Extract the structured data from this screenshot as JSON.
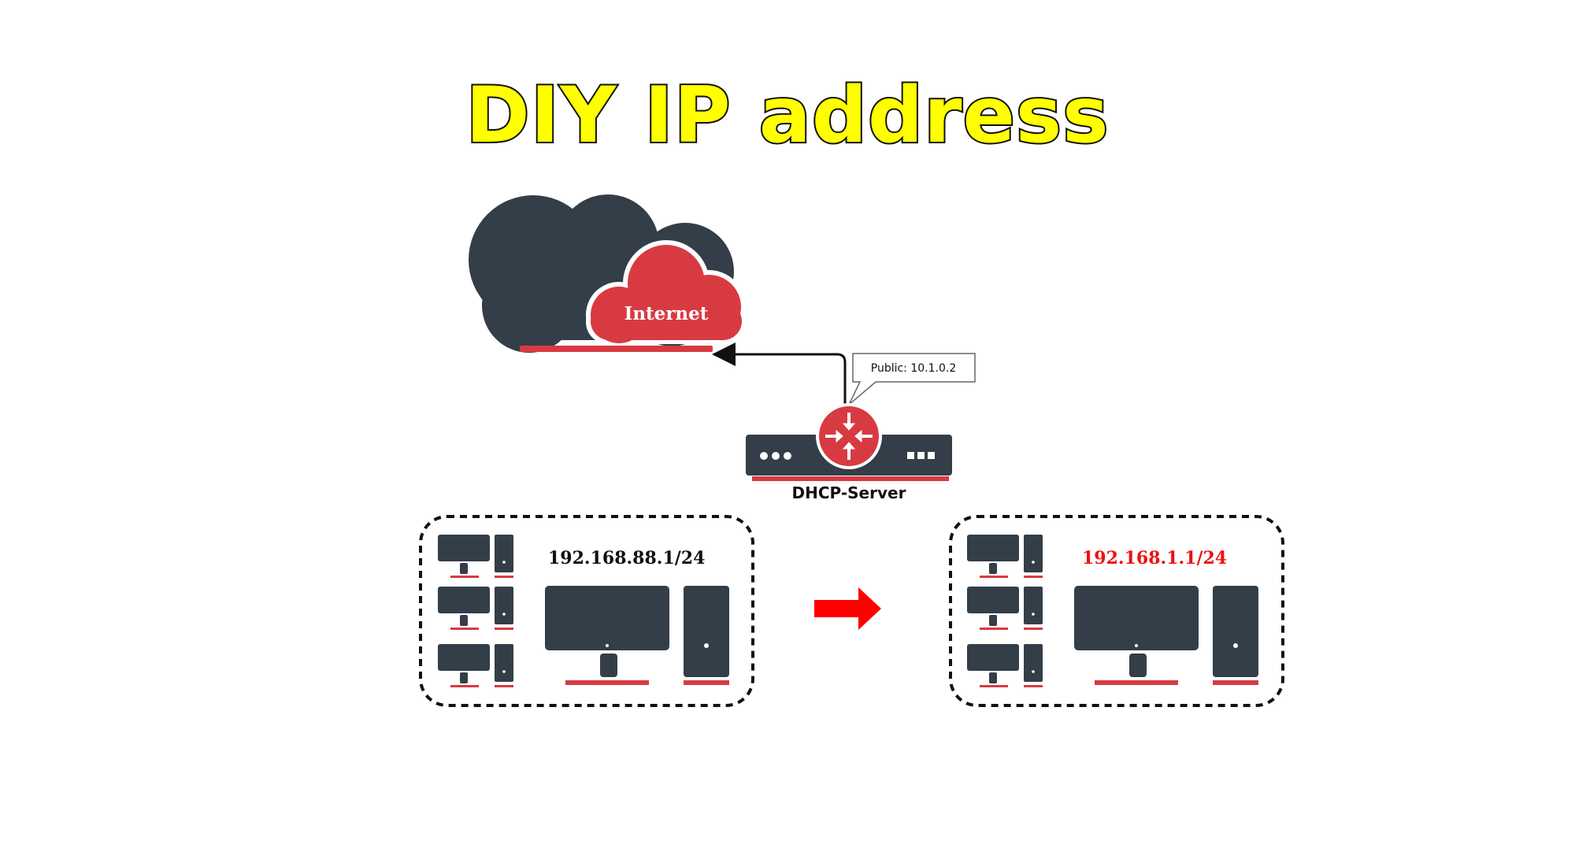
{
  "title": "DIY IP address",
  "cloud": {
    "label": "Internet"
  },
  "callout": {
    "text": "Public: 10.1.0.2"
  },
  "server": {
    "label": "DHCP-Server"
  },
  "networks": {
    "before": {
      "ip": "192.168.88.1/24"
    },
    "after": {
      "ip": "192.168.1.1/24"
    }
  },
  "colors": {
    "title_fill": "#ffff00",
    "dark": "#333e48",
    "accent": "#d83a42",
    "arrow": "#ff0000",
    "after_ip": "#ee1111"
  }
}
